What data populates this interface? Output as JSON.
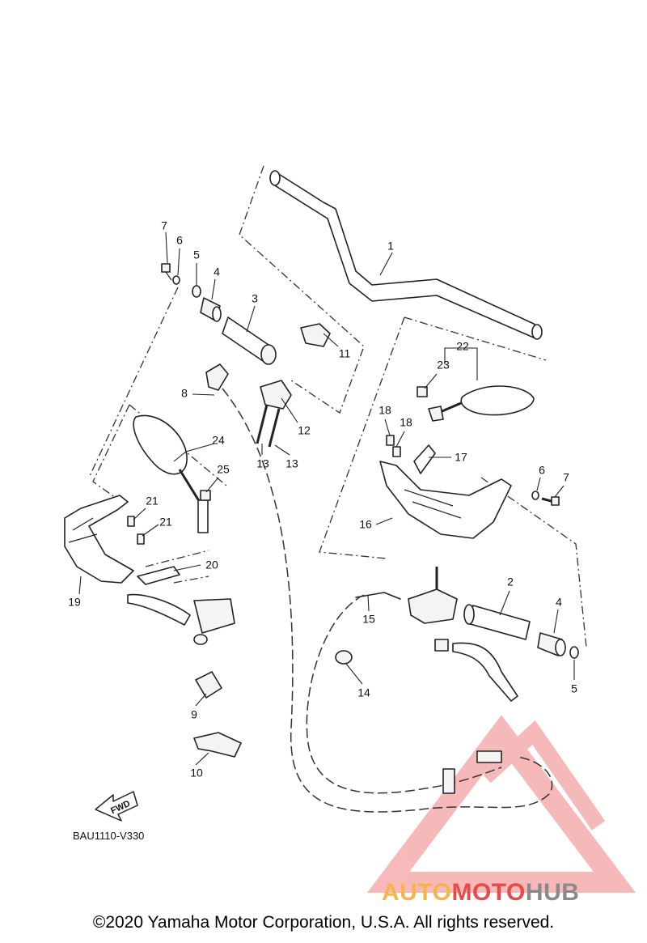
{
  "diagram": {
    "callouts": [
      {
        "id": "1",
        "label": "1"
      },
      {
        "id": "2",
        "label": "2"
      },
      {
        "id": "3",
        "label": "3"
      },
      {
        "id": "4",
        "label": "4"
      },
      {
        "id": "4b",
        "label": "4"
      },
      {
        "id": "5",
        "label": "5"
      },
      {
        "id": "5b",
        "label": "5"
      },
      {
        "id": "6",
        "label": "6"
      },
      {
        "id": "6b",
        "label": "6"
      },
      {
        "id": "7",
        "label": "7"
      },
      {
        "id": "7b",
        "label": "7"
      },
      {
        "id": "8",
        "label": "8"
      },
      {
        "id": "9",
        "label": "9"
      },
      {
        "id": "10",
        "label": "10"
      },
      {
        "id": "11",
        "label": "11"
      },
      {
        "id": "12",
        "label": "12"
      },
      {
        "id": "13",
        "label": "13"
      },
      {
        "id": "13b",
        "label": "13"
      },
      {
        "id": "14",
        "label": "14"
      },
      {
        "id": "15",
        "label": "15"
      },
      {
        "id": "16",
        "label": "16"
      },
      {
        "id": "17",
        "label": "17"
      },
      {
        "id": "18",
        "label": "18"
      },
      {
        "id": "18b",
        "label": "18"
      },
      {
        "id": "19",
        "label": "19"
      },
      {
        "id": "20",
        "label": "20"
      },
      {
        "id": "21",
        "label": "21"
      },
      {
        "id": "21b",
        "label": "21"
      },
      {
        "id": "22",
        "label": "22"
      },
      {
        "id": "23",
        "label": "23"
      },
      {
        "id": "24",
        "label": "24"
      },
      {
        "id": "25",
        "label": "25"
      }
    ],
    "fwd_label": "FWD",
    "diagram_code": "BAU1110-V330"
  },
  "watermark": {
    "part1": "AUTO",
    "part2": "MOTO",
    "part3": "HUB",
    "colors": {
      "auto": "#f5b54a",
      "moto": "#e84a4a",
      "hub": "#8a8a8a",
      "triangle": "#f08080"
    }
  },
  "footer": {
    "copyright": "©2020 Yamaha Motor Corporation, U.S.A. All rights reserved."
  }
}
